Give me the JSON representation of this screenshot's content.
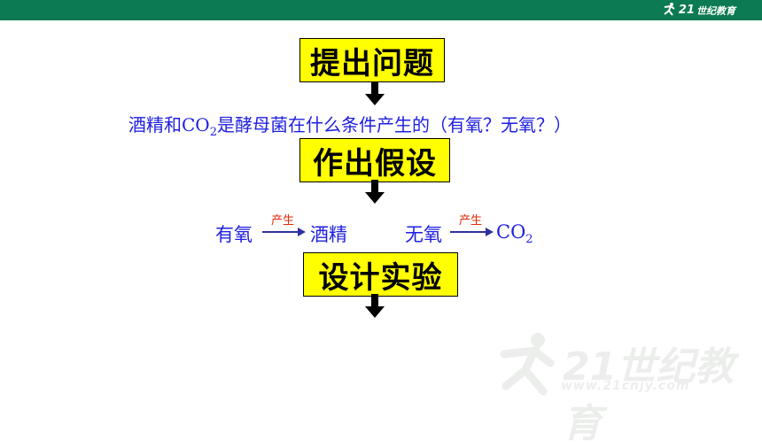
{
  "header": {
    "logo_mark": "21",
    "logo_text": "世纪教育"
  },
  "steps": {
    "step1": "提出问题",
    "step2": "作出假设",
    "step3": "设计实验"
  },
  "question": {
    "before": "酒精和CO",
    "sub": "2",
    "after": "是酵母菌在什么条件产生的（有氧？无氧？）"
  },
  "hypothesis": {
    "left_from": "有氧",
    "left_label": "产生",
    "left_to": "酒精",
    "right_from": "无氧",
    "right_label": "产生",
    "right_to_main": "CO",
    "right_to_sub": "2"
  },
  "watermark": {
    "brand": "21世纪教育",
    "url": "www.21cnjy.com"
  },
  "colors": {
    "topbar": "#0c7a52",
    "box_fill": "#ffff00",
    "text_blue": "#1f1fe0",
    "label_red": "#e02a0a"
  }
}
